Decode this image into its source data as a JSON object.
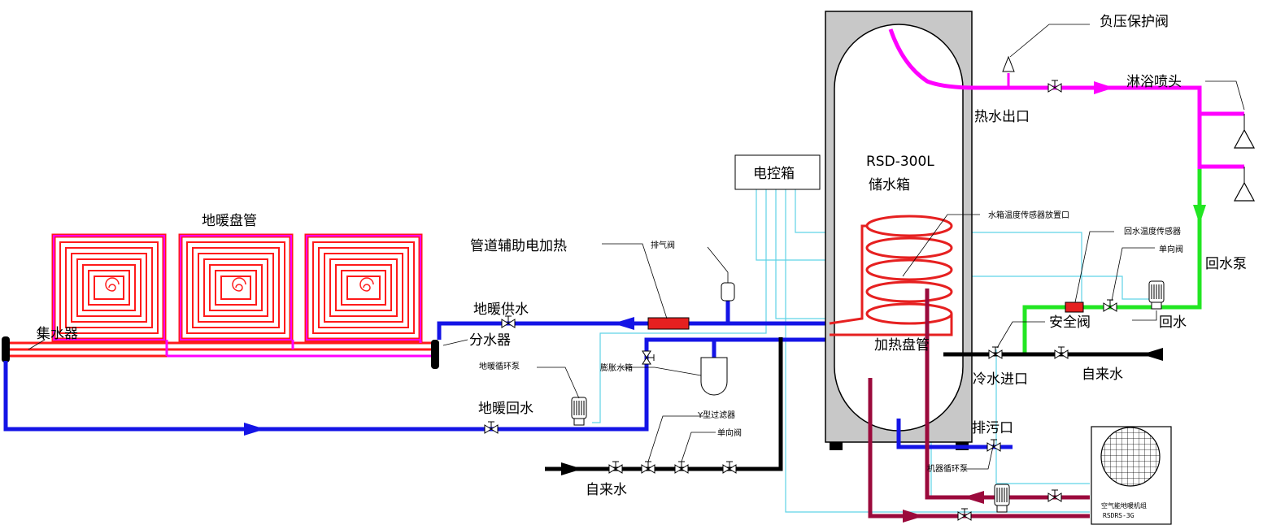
{
  "labels": {
    "floor_coil": "地暖盘管",
    "collector": "集水器",
    "distributor": "分水器",
    "floor_supply": "地暖供水",
    "floor_return": "地暖回水",
    "floor_pump": "地暖循环泵",
    "pipe_heater": "管道辅助电加热",
    "vent_valve": "排气阀",
    "expansion_tank": "膨胀水箱",
    "y_filter": "Y型过滤器",
    "check_valve_1": "单向阀",
    "tap_water_1": "自来水",
    "control_box": "电控箱",
    "tank_model": "RSD-300L",
    "tank_name": "储水箱",
    "heating_coil": "加热盘管",
    "tank_sensor": "水箱温度传感器放置口",
    "hot_outlet": "热水出口",
    "neg_pressure_valve": "负压保护阀",
    "shower": "淋浴喷头",
    "return_sensor": "回水温度传感器",
    "check_valve_2": "单向阀",
    "return_pump": "回水泵",
    "safety_valve": "安全阀",
    "return_water": "回水",
    "cold_inlet": "冷水进口",
    "tap_water_2": "自来水",
    "drain": "排污口",
    "unit_pump": "机器循环泵",
    "unit_name": "空气能地暖机组",
    "unit_model": "RSDRS-3G"
  },
  "colors": {
    "blue_pipe": "#1414e6",
    "magenta_pipe": "#ff00ff",
    "red_pipe": "#ff1a1a",
    "green_pipe": "#22e622",
    "black_pipe": "#000000",
    "maroon_pipe": "#9b0a3c",
    "signal_wire": "#5fd3e6",
    "tank_fill": "#c8c8c8"
  }
}
